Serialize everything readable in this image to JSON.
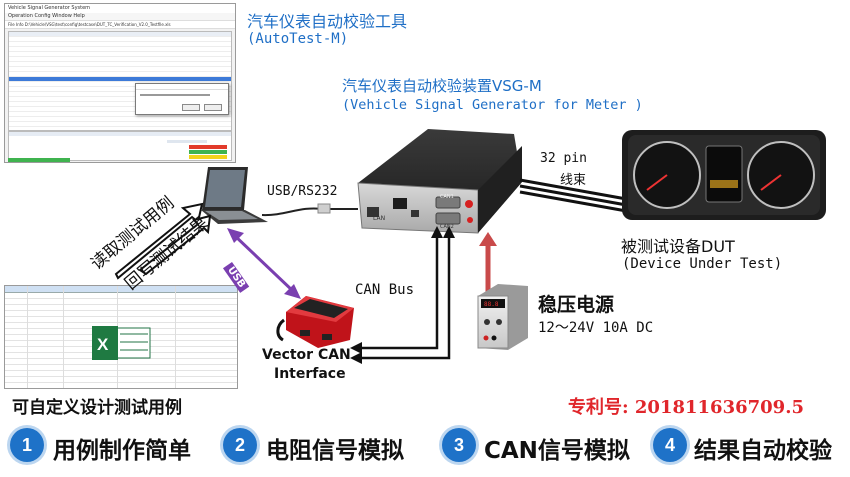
{
  "software": {
    "title_cn": "汽车仪表自动校验工具",
    "title_en": "(AutoTest-M)",
    "window_title": "Vehicle Signal Generator System",
    "menu": "Operation   Config   Window   Help",
    "path": "File Info   D:\\Vehicle\\VSG\\test\\config\\testcase\\DUT_TC_Verification_V2.0_Testfile.xls"
  },
  "device": {
    "title_cn": "汽车仪表自动校验装置VSG-M",
    "title_en": "(Vehicle Signal Generator for Meter )",
    "label_lan": "LAN",
    "label_can1": "CAN1",
    "label_can2": "CAN2"
  },
  "links": {
    "pin_count": "32 pin",
    "harness": "线束",
    "usb_rs232": "USB/RS232",
    "can_bus": "CAN Bus",
    "read_cases": "读取测试用例",
    "write_results": "回写测试结果",
    "usb_tag": "USB"
  },
  "dut": {
    "title_cn": "被测试设备DUT",
    "title_en": "(Device Under Test)"
  },
  "power": {
    "title": "稳压电源",
    "spec": "12～24V 10A DC"
  },
  "vector": {
    "line1": "Vector CAN",
    "line2": "Interface"
  },
  "spreadsheet": {
    "caption": "可自定义设计测试用例"
  },
  "patent": "专利号: 201811636709.5",
  "features": [
    {
      "num": "1",
      "label": "用例制作简单"
    },
    {
      "num": "2",
      "label": "电阻信号模拟"
    },
    {
      "num": "3",
      "label": "CAN信号模拟"
    },
    {
      "num": "4",
      "label": "结果自动校验"
    }
  ],
  "colors": {
    "accent_blue": "#1f6fc6",
    "patent_red": "#e0262b",
    "usb_purple": "#7a3fb0",
    "power_arrow": "#c94a4a"
  }
}
